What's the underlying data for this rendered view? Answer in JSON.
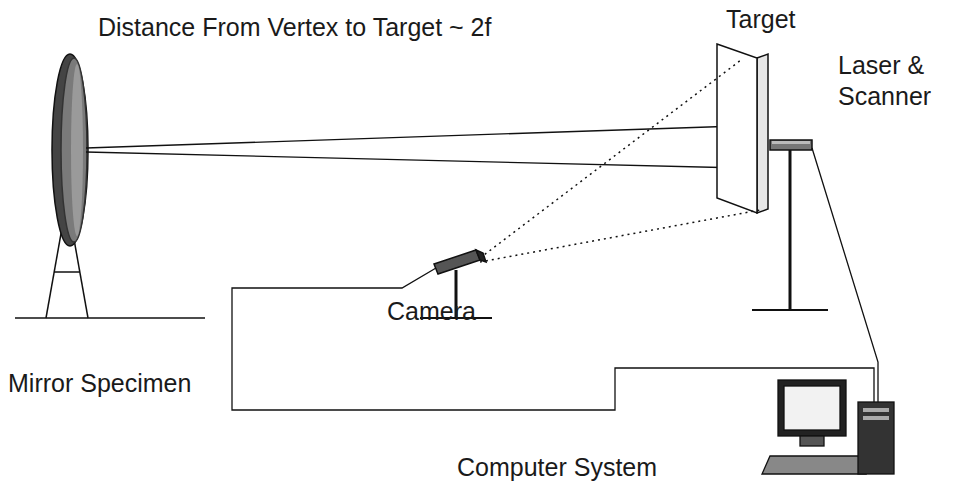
{
  "diagram": {
    "labels": [
      "Distance From Vertex to Target ~ 2f",
      "Target",
      "Laser & Scanner",
      "Camera",
      "Mirror Specimen",
      "Computer System"
    ]
  }
}
